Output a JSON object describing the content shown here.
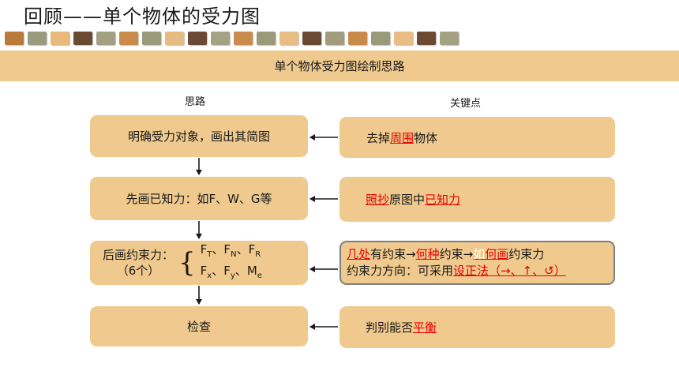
{
  "title": "回顾——单个物体的受力图",
  "decor_tiles": [
    "#b97a3c",
    "#989c7c",
    "#e9b97a",
    "#6b4a32",
    "#a2a080",
    "#c98a4a",
    "#9a9a7a",
    "#e6bb80",
    "#6a4a34",
    "#a4a282",
    "#c98c4c",
    "#9a9a7a",
    "#e8bd82",
    "#6b4a32",
    "#a09c7c",
    "#c8894a",
    "#989a7a",
    "#e9bc84",
    "#6c4a32",
    "#a3a181"
  ],
  "banner": "单个物体受力图绘制思路",
  "col_left": "思路",
  "col_right": "关键点",
  "left": {
    "step1": "明确受力对象，画出其简图",
    "step2": "先画已知力：如F、W、G等",
    "step3_label1": "后画约束力：",
    "step3_label2": "（6个）",
    "forces_row1": [
      {
        "main": "F",
        "sub": "T"
      },
      {
        "sep": "、"
      },
      {
        "main": "F",
        "sub": "N"
      },
      {
        "sep": "、"
      },
      {
        "main": "F",
        "sub": "R"
      }
    ],
    "forces_row2": [
      {
        "main": "F",
        "sub": "x"
      },
      {
        "sep": "、"
      },
      {
        "main": "F",
        "sub": "y"
      },
      {
        "sep": "、"
      },
      {
        "main": "M",
        "sub": "e"
      }
    ],
    "step4": "检查"
  },
  "right": {
    "k1": {
      "pre": "去掉",
      "hl": "周围",
      "post": "物体"
    },
    "k2": {
      "hl1": "照抄",
      "mid": "原图中",
      "hl2": "已知力"
    },
    "k3_line1": {
      "hl1": "几处",
      "t1": "有约束→",
      "hl2": "何种",
      "t2": "约束→",
      "hl3": "如",
      "hl4": "何画",
      "t3": "约束力"
    },
    "k3_line2": {
      "t1": "约束力方向：可采用",
      "hl": "设正法（→、↑、↺）"
    },
    "k4": {
      "pre": "判别能否",
      "hl": "平衡"
    }
  },
  "colors": {
    "box": "#efc98d",
    "highlight": "#e60000",
    "arrow": "#1a1a1a"
  }
}
